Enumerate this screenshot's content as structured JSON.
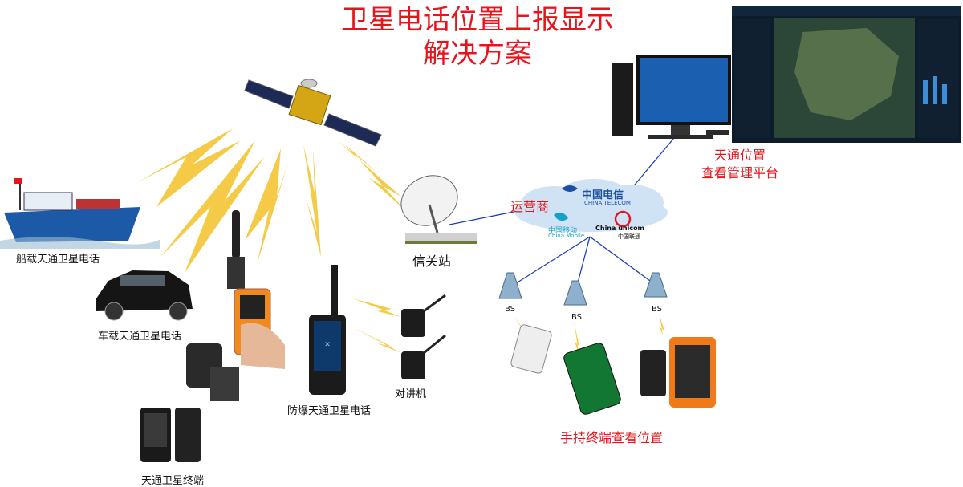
{
  "title": {
    "line1": "卫星电话位置上报显示",
    "line2": "解决方案"
  },
  "labels": {
    "ship": "船载天通卫星电话",
    "car": "车载天通卫星电话",
    "terminal": "天通卫星终端",
    "explosion_proof": "防爆天通卫星电话",
    "walkie_talkie": "对讲机",
    "gateway": "信关站",
    "operator": "运营商",
    "handheld": "手持终端查看位置",
    "platform_line1": "天通位置",
    "platform_line2": "查看管理平台",
    "bs1": "BS",
    "bs2": "BS",
    "bs3": "BS"
  },
  "carriers": {
    "telecom_cn": "中国电信",
    "telecom_en": "CHINA TELECOM",
    "mobile_cn": "中国移动",
    "mobile_en": "China Mobile",
    "unicom_cn": "中国联通",
    "unicom_en": "China unicom"
  },
  "colors": {
    "title_red": "#e8141c",
    "lightning": "#f5c533",
    "network_line": "#1f3fbf",
    "cloud": "#cfe3f5"
  }
}
